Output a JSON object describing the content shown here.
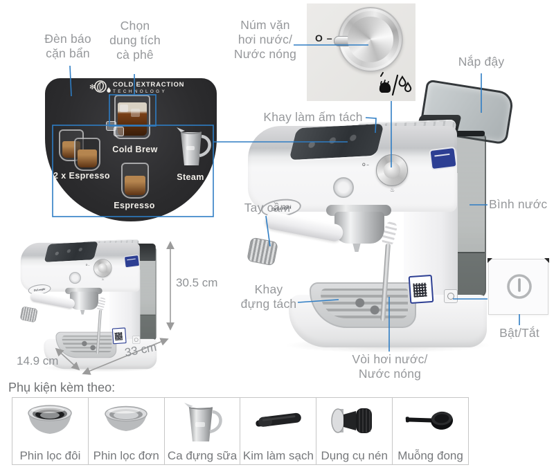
{
  "colors": {
    "line_blue": "#2e7dc4",
    "label_gray": "#96989b",
    "panel_bg": "#2b2b2d",
    "dim_gray": "#9b9b9b"
  },
  "labels": {
    "scale_indicator": "Đèn báo\ncặn bẩn",
    "volume_select": "Chọn\ndung tích\ncà phê",
    "steam_knob": "Núm vặn\nhơi nước/\nNước nóng",
    "lid": "Nắp đậy",
    "cup_warmer": "Khay làm ấm tách",
    "handle": "Tay cầm",
    "cup_tray": "Khay\nđựng tách",
    "water_tank": "Bình nước",
    "power": "Bật/Tắt",
    "steam_wand": "Vòi hơi nước/\nNước nóng"
  },
  "cold_extraction_panel": {
    "logo_line1": "COLD EXTRACTION",
    "logo_line2": "TECHNOLOGY",
    "items": [
      {
        "label": "Cold Brew"
      },
      {
        "label": "2 x Espresso"
      },
      {
        "label": "Espresso"
      },
      {
        "label": "Steam"
      }
    ]
  },
  "knob_inset": {
    "off_label": "O –"
  },
  "machine": {
    "brand": "DeLonghi"
  },
  "dimensions": {
    "height": "30.5 cm",
    "width": "33 cm",
    "depth": "14.9 cm"
  },
  "accessories": {
    "heading": "Phụ kiện kèm theo:",
    "items": [
      {
        "label": "Phin lọc đôi"
      },
      {
        "label": "Phin lọc đơn"
      },
      {
        "label": "Ca đựng sữa"
      },
      {
        "label": "Kim làm sạch"
      },
      {
        "label": "Dụng cụ nén"
      },
      {
        "label": "Muỗng đong"
      }
    ]
  }
}
